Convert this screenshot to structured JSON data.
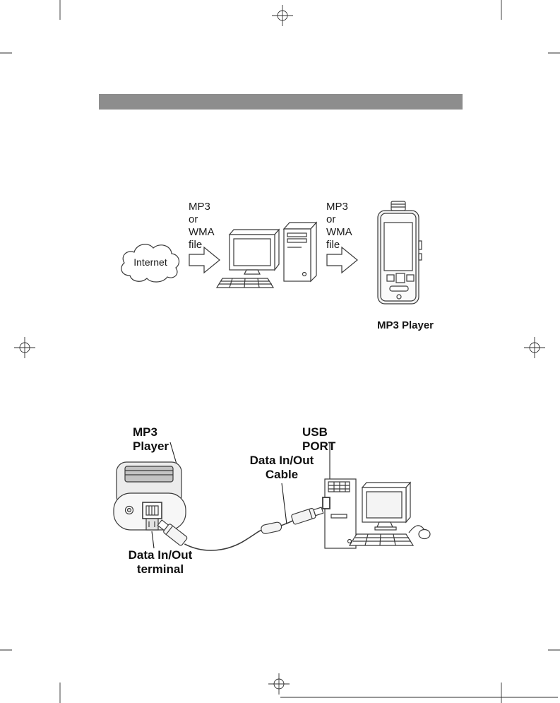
{
  "page": {
    "header_bar_color": "#8d8d8d",
    "description_icons": {
      "flow_arrow": "block-arrow-right-icon",
      "registration_mark": "crosshair-circle"
    }
  },
  "download_diagram": {
    "file_label_left_line1": "MP3 or",
    "file_label_left_line2": "WMA file",
    "file_label_right_line1": "MP3 or",
    "file_label_right_line2": "WMA file",
    "internet_label": "Internet",
    "player_caption": "MP3 Player"
  },
  "connection_diagram": {
    "player_label": "MP3 Player",
    "usb_port_label": "USB PORT",
    "cable_label_line1": "Data In/Out",
    "cable_label_line2": "Cable",
    "terminal_label_line1": "Data In/Out",
    "terminal_label_line2": "terminal"
  }
}
